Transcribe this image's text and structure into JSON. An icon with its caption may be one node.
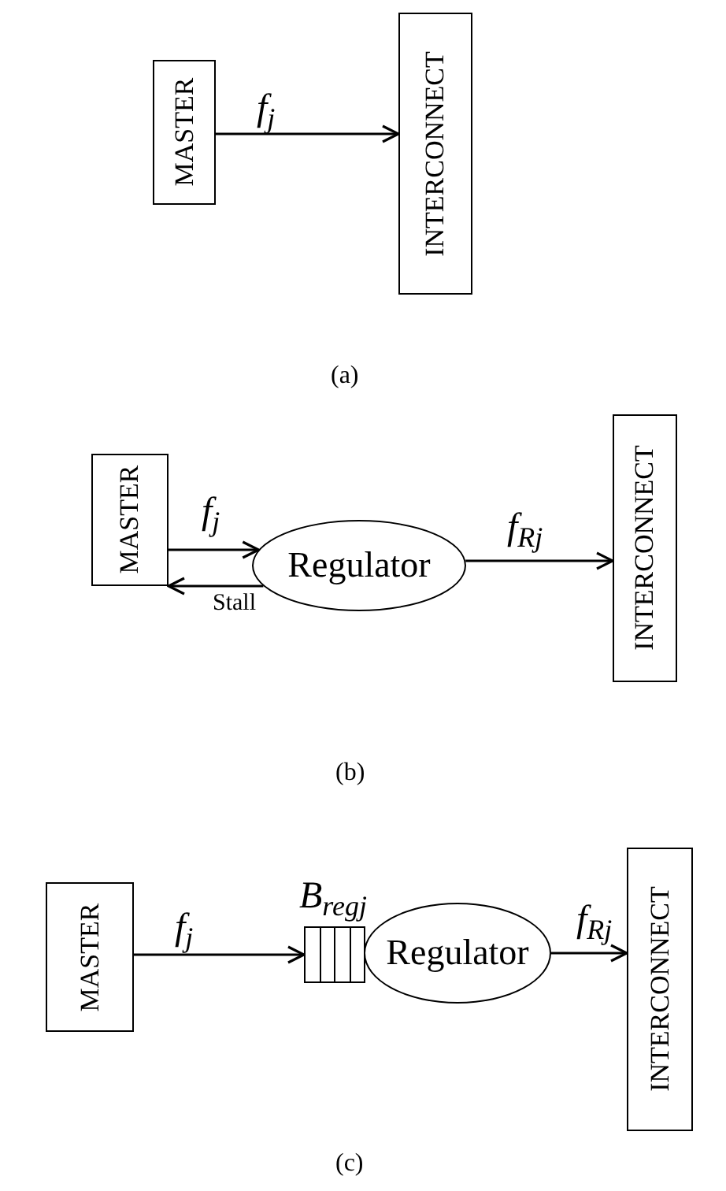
{
  "diagram": {
    "nodes": [
      {
        "text": [
          "MASTER"
        ]
      },
      {
        "text": [
          "INTERCONNECT"
        ]
      },
      {
        "text": [
          "MASTER"
        ]
      },
      {
        "text": [
          "Regulator"
        ]
      },
      {
        "text": [
          "INTERCONNECT"
        ]
      },
      {
        "text": [
          "MASTER"
        ]
      },
      {
        "text": [],
        "shape": "box",
        "beside": [
          "B$_{reg}$$_{j}$"
        ]
      },
      {
        "text": [
          "Regulator"
        ]
      },
      {
        "text": [
          "INTERCONNECT"
        ]
      }
    ],
    "edges": [
      {
        "from": 0,
        "to": 1,
        "arrow": "to",
        "label": "f$_{j}$"
      },
      {
        "from": 2,
        "to": 3,
        "arrow": "to",
        "label": "f$_{j}$"
      },
      {
        "from": 3,
        "to": 2,
        "arrow": "to",
        "label": "Stall"
      },
      {
        "from": 3,
        "to": 4,
        "arrow": "to",
        "label": "f$_{R}$$_{j}$"
      },
      {
        "from": 5,
        "to": 6,
        "arrow": "to",
        "label": "f$_{j}$"
      },
      {
        "from": 7,
        "to": 8,
        "arrow": "to",
        "label": "f$_{R}$$_{j}$"
      }
    ],
    "labels": [
      "(a)",
      "(b)",
      "(c)"
    ]
  }
}
